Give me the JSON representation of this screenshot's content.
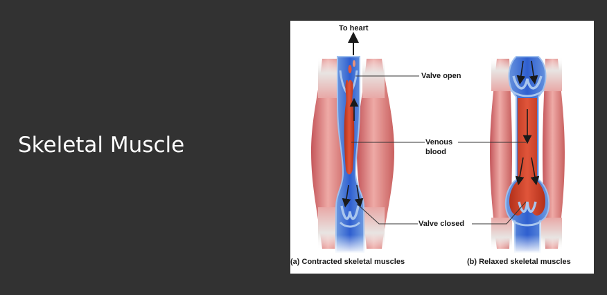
{
  "slide": {
    "title": "Skeletal Muscle",
    "background_color": "#323232"
  },
  "figure": {
    "labels": {
      "to_heart": "To heart",
      "valve_open": "Valve open",
      "venous_blood_line1": "Venous",
      "venous_blood_line2": "blood",
      "valve_closed": "Valve closed"
    },
    "captions": {
      "a": "(a) Contracted skeletal muscles",
      "b": "(b) Relaxed skeletal muscles"
    },
    "colors": {
      "muscle": "#d9706f",
      "vein": "#3a6fd0",
      "vein_light": "#86aee6",
      "blood": "#c8391e"
    }
  }
}
